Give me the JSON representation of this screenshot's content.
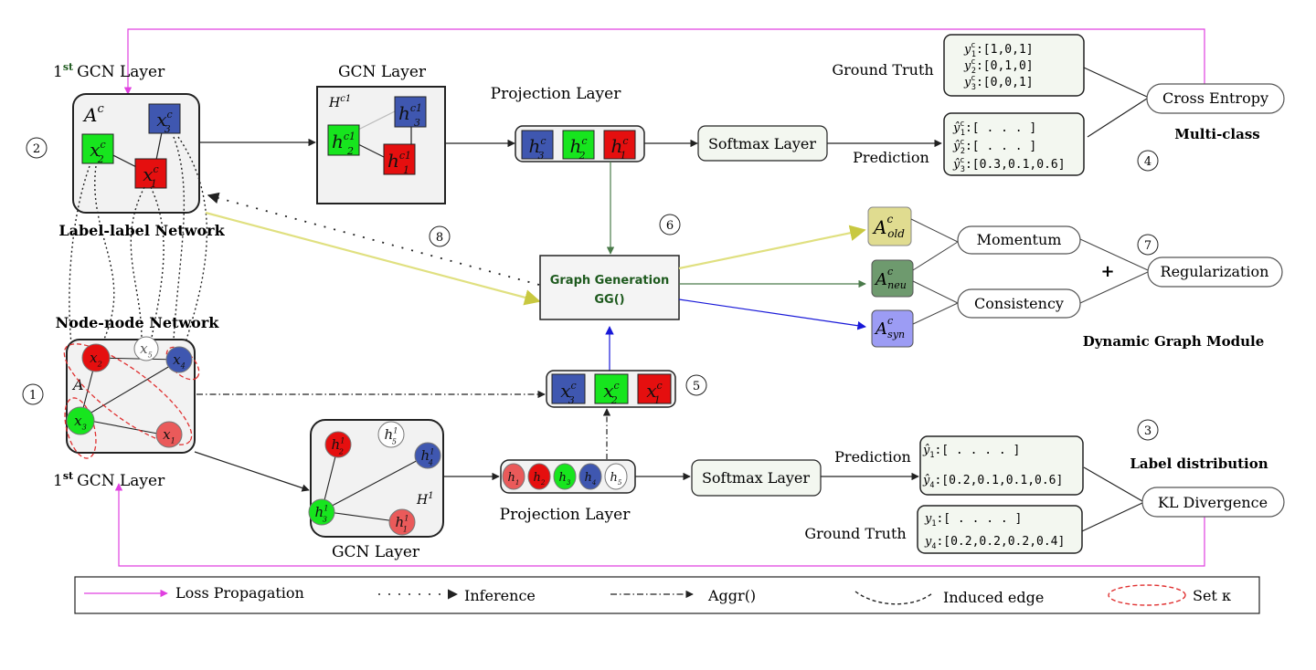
{
  "colors": {
    "blue": "#3f57b0",
    "green": "#17e51e",
    "red": "#e50f0f",
    "light_red": "#ea5a5a",
    "loss": "#e040e0",
    "yellow_arrow": "#d8d880",
    "green_arrow": "#5a8a5a",
    "blue_arrow": "#1818d8",
    "a_old": "#e0dc90",
    "a_neu": "#6e9a6e",
    "a_syn": "#9c9cf4",
    "set_kappa": "#e03030",
    "gg_text": "#1e5a1e"
  },
  "top_branch": {
    "gcn1_title_base": "1",
    "gcn1_title_sup": "st",
    "gcn1_title_rest": "GCN Layer",
    "adj_label": "A",
    "adj_sup": "c",
    "network_label": "Label-label Network",
    "nodes": [
      {
        "base": "x",
        "sup": "c",
        "sub": "3"
      },
      {
        "base": "x",
        "sup": "c",
        "sub": "2"
      },
      {
        "base": "x",
        "sup": "c",
        "sub": "1"
      }
    ],
    "gcn2_title": "GCN Layer",
    "gcn2_hidden_base": "H",
    "gcn2_hidden_sup": "c1",
    "gcn2_nodes": [
      {
        "base": "h",
        "sup": "c1",
        "sub": "3"
      },
      {
        "base": "h",
        "sup": "c1",
        "sub": "2"
      },
      {
        "base": "h",
        "sup": "c1",
        "sub": "1"
      }
    ],
    "proj_title": "Projection Layer",
    "proj_nodes": [
      {
        "base": "h",
        "sup": "c",
        "sub": "3"
      },
      {
        "base": "h",
        "sup": "c",
        "sub": "2"
      },
      {
        "base": "h",
        "sup": "c",
        "sub": "1"
      }
    ],
    "softmax": "Softmax Layer",
    "prediction": "Prediction",
    "pred_rows": [
      {
        "label": "ŷ",
        "sup": "c",
        "sub": "1",
        "value": ":[  .   .   .   ]"
      },
      {
        "label": "ŷ",
        "sup": "c",
        "sub": "2",
        "value": ":[  .   .   .   ]"
      },
      {
        "label": "ŷ",
        "sup": "c",
        "sub": "3",
        "value": ":[0.3,0.1,0.6]"
      }
    ],
    "ground_truth": "Ground Truth",
    "gt_rows": [
      {
        "label": "y",
        "sup": "c",
        "sub": "1",
        "value": ":[1,0,1]"
      },
      {
        "label": "y",
        "sup": "c",
        "sub": "2",
        "value": ":[0,1,0]"
      },
      {
        "label": "y",
        "sup": "c",
        "sub": "3",
        "value": ":[0,0,1]"
      }
    ],
    "loss": "Cross Entropy",
    "task": "Multi-class"
  },
  "bottom_branch": {
    "network_label": "Node-node Network",
    "adj_label": "A",
    "nodes": [
      {
        "base": "x",
        "sub": "2"
      },
      {
        "base": "x",
        "sub": "5"
      },
      {
        "base": "x",
        "sub": "4"
      },
      {
        "base": "x",
        "sub": "3"
      },
      {
        "base": "x",
        "sub": "1"
      }
    ],
    "gcn1_title_base": "1",
    "gcn1_title_sup": "st",
    "gcn1_title_rest": "GCN Layer",
    "gcn2_title": "GCN Layer",
    "gcn2_hidden_base": "H",
    "gcn2_hidden_sup": "1",
    "gcn2_nodes": [
      {
        "base": "h",
        "sup": "1",
        "sub": "2"
      },
      {
        "base": "h",
        "sup": "1",
        "sub": "5"
      },
      {
        "base": "h",
        "sup": "1",
        "sub": "4"
      },
      {
        "base": "h",
        "sup": "1",
        "sub": "3"
      },
      {
        "base": "h",
        "sup": "1",
        "sub": "1"
      }
    ],
    "proj_title": "Projection Layer",
    "proj_nodes": [
      {
        "base": "h",
        "sub": "1"
      },
      {
        "base": "h",
        "sub": "2"
      },
      {
        "base": "h",
        "sub": "3"
      },
      {
        "base": "h",
        "sub": "4"
      },
      {
        "base": "h",
        "sub": "5"
      }
    ],
    "softmax": "Softmax Layer",
    "prediction": "Prediction",
    "pred_rows": [
      {
        "label": "ŷ",
        "sub": "1",
        "value": ":[  .    .    .    .  ]"
      },
      {
        "label": "ŷ",
        "sub": "4",
        "value": ":[0.2,0.1,0.1,0.6]"
      }
    ],
    "ground_truth": "Ground Truth",
    "gt_rows": [
      {
        "label": "y",
        "sub": "1",
        "value": ":[  .    .    .    .  ]"
      },
      {
        "label": "y",
        "sub": "4",
        "value": ":[0.2,0.2,0.2,0.4]"
      }
    ],
    "loss": "KL Divergence",
    "task": "Label distribution"
  },
  "aggr_nodes": [
    {
      "base": "x",
      "sup": "c",
      "sub": "3"
    },
    {
      "base": "x",
      "sup": "c",
      "sub": "2"
    },
    {
      "base": "x",
      "sup": "c",
      "sub": "1"
    }
  ],
  "graph_generation": {
    "line1": "Graph Generation",
    "line2": "GG()"
  },
  "dynamic": {
    "a_old": {
      "base": "A",
      "sup": "c",
      "sub": "old"
    },
    "a_neu": {
      "base": "A",
      "sup": "c",
      "sub": "neu"
    },
    "a_syn": {
      "base": "A",
      "sup": "c",
      "sub": "syn"
    },
    "momentum": "Momentum",
    "consistency": "Consistency",
    "plus": "+",
    "regularization": "Regularization",
    "title": "Dynamic Graph Module"
  },
  "circled_numbers": [
    "1",
    "2",
    "3",
    "4",
    "5",
    "6",
    "7",
    "8"
  ],
  "legend": {
    "loss": "Loss Propagation",
    "inference": "Inference",
    "aggr": "Aggr()",
    "induced": "Induced edge",
    "set": "Set κ"
  }
}
